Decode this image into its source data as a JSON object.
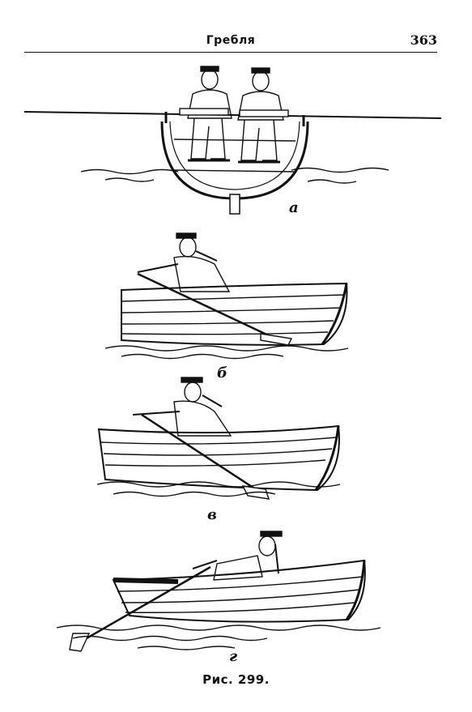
{
  "header": {
    "running_title": "Гребля",
    "page_number": "363"
  },
  "figure": {
    "labels": {
      "a": "а",
      "b": "б",
      "v": "в",
      "g": "г"
    },
    "caption": "Рис. 299."
  }
}
